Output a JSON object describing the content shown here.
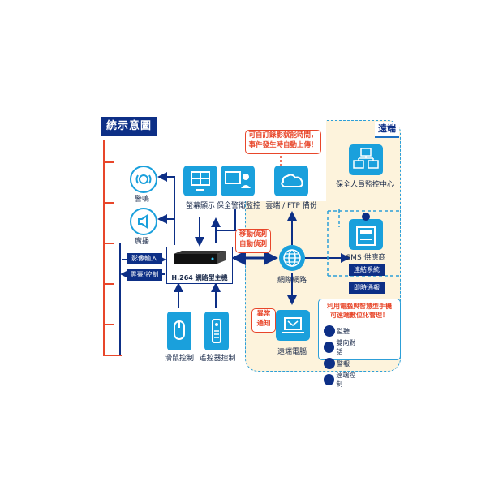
{
  "title": "統示意圖",
  "remote_tab": "遠端",
  "callouts": {
    "backup_note_line1": "可自訂錄影就能時間，",
    "backup_note_line2": "事件發生時自動上傳！",
    "motion_line1": "移動偵測",
    "motion_line2": "自動偵測",
    "alarm_line1": "異常",
    "alarm_line2": "通知"
  },
  "nodes": {
    "alarm": "警鳴",
    "speaker": "廣播",
    "display": "螢幕顯示",
    "monitor": "保全警衛監控",
    "cloud": "雲端 / FTP 備份",
    "dvr": "H.264 網路型主機",
    "network": "網際網路",
    "mouse": "滑鼠控制",
    "remote": "遙控器控制",
    "pc": "遠端電腦",
    "center": "保全人員監控中心",
    "sms": "SMS 供應商"
  },
  "tags": {
    "video_in": "影像輸入",
    "ptz": "雲臺/控制",
    "link1": "連結系統",
    "link2": "即時通報"
  },
  "mobile_box": {
    "line1": "利用電腦與智慧型手機",
    "line2": "可遠端數位化管理！",
    "items": [
      "監聽",
      "雙向對話",
      "警報",
      "遠端控制"
    ]
  },
  "colors": {
    "navy": "#0d2f86",
    "cyan": "#1aa0dc",
    "red": "#e8462a",
    "cream": "#fdf3dc"
  }
}
